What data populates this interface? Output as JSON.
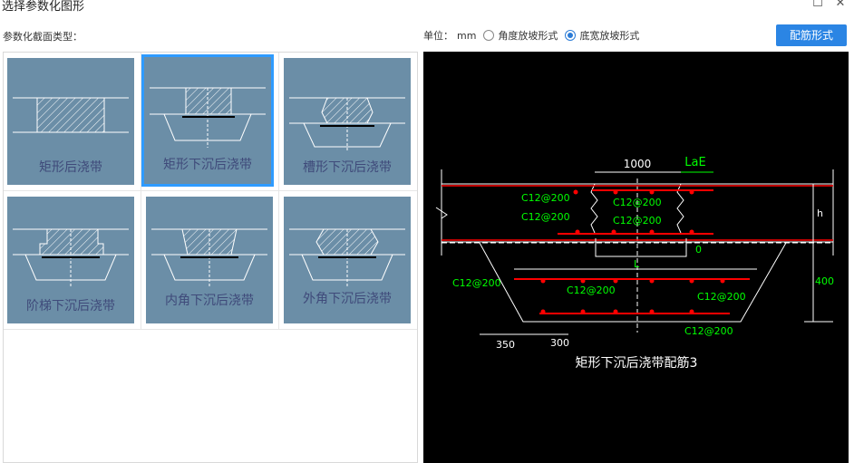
{
  "window": {
    "title": "选择参数化图形",
    "maximize_glyph": "☐",
    "close_glyph": "✕"
  },
  "section_label": "参数化截面类型：",
  "units": {
    "label": "单位：",
    "unit": "mm",
    "options": [
      {
        "label": "角度放坡形式",
        "checked": false
      },
      {
        "label": "底宽放坡形式",
        "checked": true
      }
    ]
  },
  "rebar_button": "配筋形式",
  "thumbnails": [
    {
      "label": "矩形后浇带",
      "selected": false
    },
    {
      "label": "矩形下沉后浇带",
      "selected": true
    },
    {
      "label": "槽形下沉后浇带",
      "selected": false
    },
    {
      "label": "阶梯下沉后浇带",
      "selected": false
    },
    {
      "label": "内角下沉后浇带",
      "selected": false
    },
    {
      "label": "外角下沉后浇带",
      "selected": false
    }
  ],
  "drawing": {
    "caption": "矩形下沉后浇带配筋3",
    "dims": {
      "top_width": "1000",
      "lae": "LaE",
      "h": "h",
      "zero": "0",
      "L": "L",
      "depth": "400",
      "slope": "350",
      "bottom": "300"
    },
    "rebar_labels": [
      "C12@200",
      "C12@200",
      "C12@200",
      "C12@200",
      "C12@200",
      "C12@200",
      "C12@200",
      "C12@200"
    ],
    "colors": {
      "bar": "#ff0000",
      "text": "#00ff00",
      "line": "#ffffff"
    }
  }
}
